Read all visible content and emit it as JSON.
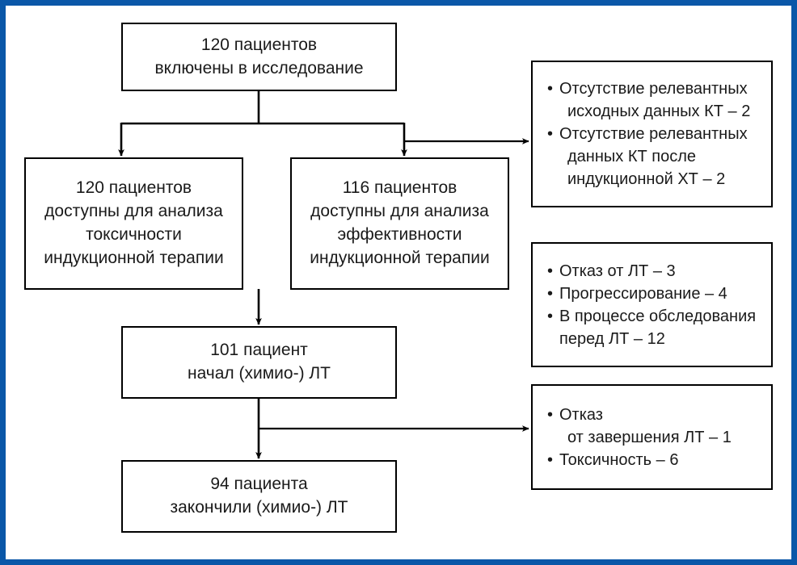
{
  "frame": {
    "border_color": "#0a57a8",
    "background": "#ffffff"
  },
  "diagram": {
    "type": "flowchart",
    "title_present": false,
    "language": "ru",
    "nodes": {
      "enrolled": {
        "line1": "120 пациентов",
        "line2": "включены в исследование"
      },
      "toxicity_analysis": {
        "line1": "120 пациентов",
        "line2": "доступны для анализа",
        "line3": "токсичности",
        "line4": "индукционной терапии"
      },
      "efficacy_analysis": {
        "line1": "116 пациентов",
        "line2": "доступны для анализа",
        "line3": "эффективности",
        "line4": "индукционной терапии"
      },
      "started_rt": {
        "line1": "101 пациент",
        "line2": "начал (химио-) ЛТ"
      },
      "completed_rt": {
        "line1": "94 пациента",
        "line2": "закончили (химио-) ЛТ"
      }
    },
    "exclusion_boxes": [
      {
        "id": "exclusion-ct-data",
        "items": [
          {
            "first": "Отсутствие релевантных",
            "rest": "исходных данных КТ – 2"
          },
          {
            "first": "Отсутствие релевантных",
            "rest": "данных КТ после",
            "rest2": "индукционной ХТ – 2"
          }
        ]
      },
      {
        "id": "exclusion-before-rt",
        "items": [
          {
            "first": "Отказ от ЛТ – 3"
          },
          {
            "first": "Прогрессирование – 4"
          },
          {
            "first": "В процессе обследования",
            "rest": "перед ЛТ – 12"
          }
        ]
      },
      {
        "id": "exclusion-during-rt",
        "items": [
          {
            "first": "Отказ",
            "rest": "от завершения ЛТ – 1"
          },
          {
            "first": "Токсичность – 6"
          }
        ]
      }
    ]
  }
}
